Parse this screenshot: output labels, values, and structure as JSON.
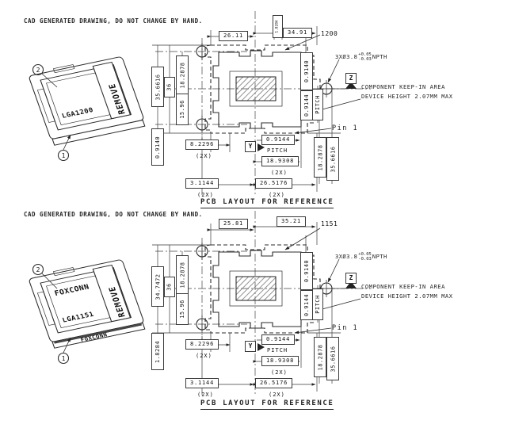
{
  "colors": {
    "line": "#2b2b2b",
    "text": "#111111",
    "hatch": "#8f8f8f",
    "background": "#ffffff"
  },
  "sections": [
    {
      "note": "CAD GENERATED DRAWING, DO NOT CHANGE BY HAND.",
      "callout": "1200",
      "socket": {
        "model": "LGA1200",
        "cap": "REMOVE",
        "balloon_top": "2",
        "balloon_bottom": "1"
      },
      "top": {
        "d1": "26.11",
        "d_small": "1.8284",
        "d2": "34.91"
      },
      "left": {
        "l1": "35.6616",
        "l2": "36",
        "l3": "18.2878",
        "l4": "15.96",
        "l5": "0.9140"
      },
      "right": {
        "r1": "0.9140",
        "pitch_val": "0.9144",
        "pitch_lbl": "PITCH",
        "r3": "18.2878",
        "r4": "35.6616"
      },
      "hole_note": {
        "prefix": "3XØ3.8",
        "tol_plus": "+0.05",
        "tol_minus": "-0.03",
        "suffix": "NPTH"
      },
      "datum_z": "Z",
      "datum_y": "Y",
      "keepin1": "COMPONENT KEEP-IN AREA",
      "keepin2": "DEVICE HEIGHT 2.07MM MAX",
      "pin1": "Pin 1",
      "bottom": {
        "b1": "8.2296",
        "q1": "(2X)",
        "pitch_val": "0.9144",
        "pitch_lbl": "PITCH",
        "b2": "18.9308",
        "q2": "(2X)",
        "b3": "3.1144",
        "q3": "(2X)",
        "b4": "26.5176",
        "q4": "(2X)"
      },
      "caption": "PCB LAYOUT FOR REFERENCE"
    },
    {
      "note": "CAD GENERATED DRAWING, DO NOT CHANGE BY HAND.",
      "callout": "1151",
      "socket": {
        "model": "LGA1151",
        "cap": "REMOVE",
        "brand_top": "FOXCONN",
        "brand_front": "FOXCONN",
        "balloon_top": "2",
        "balloon_bottom": "1"
      },
      "top": {
        "d1": "25.81",
        "d2": "35.21"
      },
      "left": {
        "l1": "34.7472",
        "l2": "36",
        "l3": "18.2878",
        "l4": "15.96",
        "l5": "1.8284"
      },
      "right": {
        "r1": "0.9140",
        "pitch_val": "0.9144",
        "pitch_lbl": "PITCH",
        "r3": "18.2878",
        "r4": "35.6616"
      },
      "hole_note": {
        "prefix": "3XØ3.8",
        "tol_plus": "+0.05",
        "tol_minus": "-0.03",
        "suffix": "NPTH"
      },
      "datum_z": "Z",
      "datum_y": "Y",
      "keepin1": "COMPONENT KEEP-IN AREA",
      "keepin2": "DEVICE HEIGHT 2.07MM MAX",
      "pin1": "Pin 1",
      "bottom": {
        "b1": "8.2296",
        "q1": "(2X)",
        "pitch_val": "0.9144",
        "pitch_lbl": "PITCH",
        "b2": "18.9308",
        "q2": "(2X)",
        "b3": "3.1144",
        "q3": "(2X)",
        "b4": "26.5176",
        "q4": "(2X)"
      },
      "caption": "PCB LAYOUT FOR REFERENCE"
    }
  ]
}
